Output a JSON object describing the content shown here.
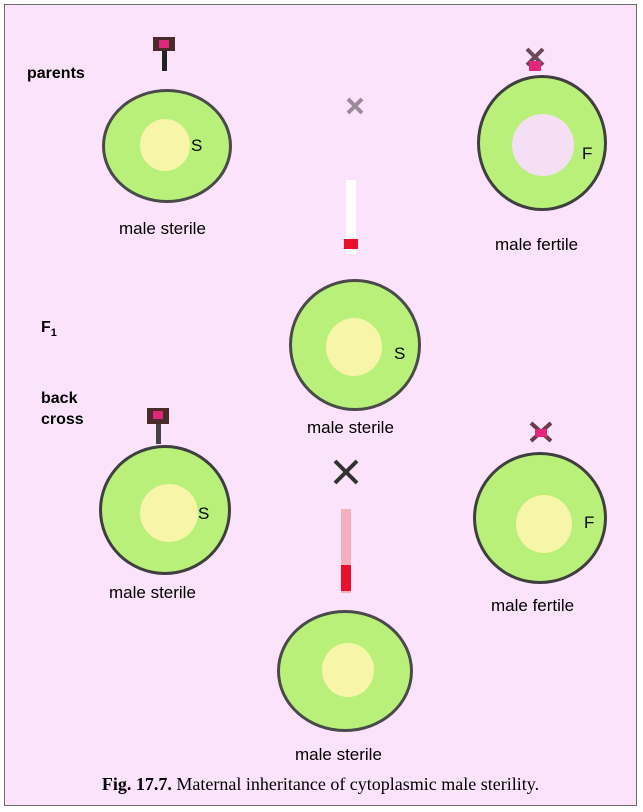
{
  "rows": {
    "parents": "parents",
    "f1": "F",
    "f1_sub": "1",
    "back_cross_1": "back",
    "back_cross_2": "cross"
  },
  "cells": {
    "parent_female": {
      "label": "male sterile",
      "letter": "S"
    },
    "parent_male": {
      "label": "male fertile",
      "letter": "F"
    },
    "f1": {
      "label": "male sterile",
      "letter": "S"
    },
    "bc_female": {
      "label": "male sterile",
      "letter": "S"
    },
    "bc_male": {
      "label": "male fertile",
      "letter": "F"
    },
    "bc_progeny": {
      "label": "male sterile"
    }
  },
  "caption": {
    "figure": "Fig. 17.7.",
    "text": " Maternal inheritance of cytoplasmic male sterility."
  },
  "colors": {
    "background": "#fbe3fb",
    "cytoplasm": "#b8f07a",
    "nucleus": "#f7f5a8",
    "arrow": "#e8102a"
  }
}
